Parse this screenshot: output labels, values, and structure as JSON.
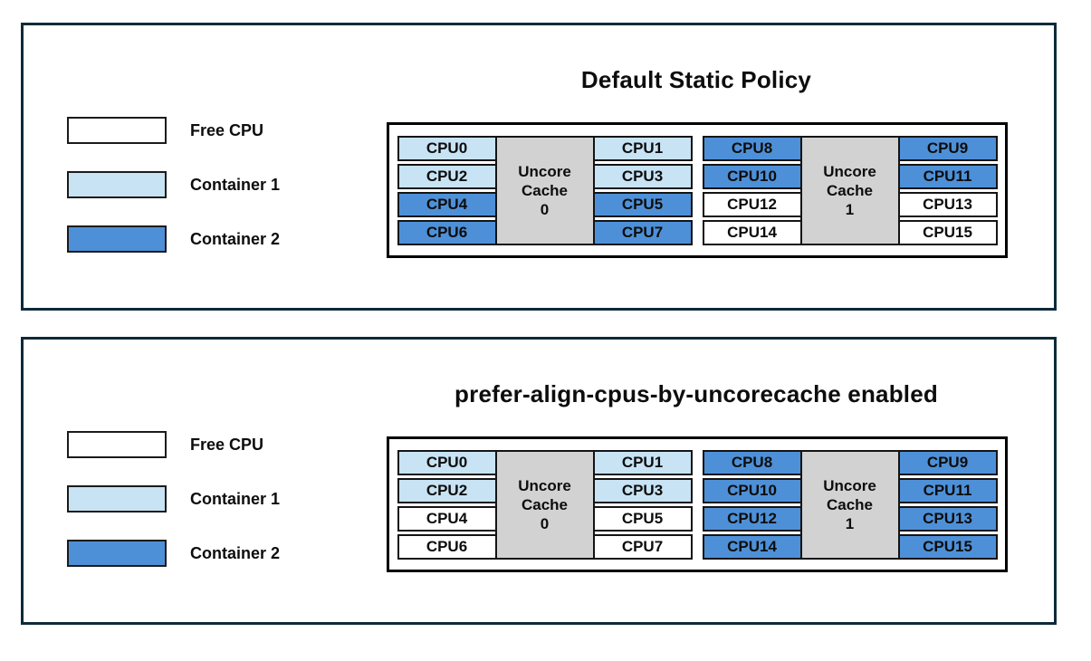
{
  "colors": {
    "free": "#ffffff",
    "container1": "#c7e3f4",
    "container2": "#4e90d7",
    "cache_fill": "#d2d2d2",
    "panel_border": "#0e2a3a"
  },
  "panels": [
    {
      "title": "Default Static Policy",
      "legend": [
        {
          "label": "Free CPU",
          "state": "free"
        },
        {
          "label": "Container 1",
          "state": "container1"
        },
        {
          "label": "Container 2",
          "state": "container2"
        }
      ],
      "groups": [
        {
          "cache_label_lines": [
            "Uncore",
            "Cache",
            "0"
          ],
          "left_cpus": [
            {
              "label": "CPU0",
              "state": "container1"
            },
            {
              "label": "CPU2",
              "state": "container1"
            },
            {
              "label": "CPU4",
              "state": "container2"
            },
            {
              "label": "CPU6",
              "state": "container2"
            }
          ],
          "right_cpus": [
            {
              "label": "CPU1",
              "state": "container1"
            },
            {
              "label": "CPU3",
              "state": "container1"
            },
            {
              "label": "CPU5",
              "state": "container2"
            },
            {
              "label": "CPU7",
              "state": "container2"
            }
          ]
        },
        {
          "cache_label_lines": [
            "Uncore",
            "Cache",
            "1"
          ],
          "left_cpus": [
            {
              "label": "CPU8",
              "state": "container2"
            },
            {
              "label": "CPU10",
              "state": "container2"
            },
            {
              "label": "CPU12",
              "state": "free"
            },
            {
              "label": "CPU14",
              "state": "free"
            }
          ],
          "right_cpus": [
            {
              "label": "CPU9",
              "state": "container2"
            },
            {
              "label": "CPU11",
              "state": "container2"
            },
            {
              "label": "CPU13",
              "state": "free"
            },
            {
              "label": "CPU15",
              "state": "free"
            }
          ]
        }
      ]
    },
    {
      "title": "prefer-align-cpus-by-uncorecache enabled",
      "legend": [
        {
          "label": "Free CPU",
          "state": "free"
        },
        {
          "label": "Container 1",
          "state": "container1"
        },
        {
          "label": "Container 2",
          "state": "container2"
        }
      ],
      "groups": [
        {
          "cache_label_lines": [
            "Uncore",
            "Cache",
            "0"
          ],
          "left_cpus": [
            {
              "label": "CPU0",
              "state": "container1"
            },
            {
              "label": "CPU2",
              "state": "container1"
            },
            {
              "label": "CPU4",
              "state": "free"
            },
            {
              "label": "CPU6",
              "state": "free"
            }
          ],
          "right_cpus": [
            {
              "label": "CPU1",
              "state": "container1"
            },
            {
              "label": "CPU3",
              "state": "container1"
            },
            {
              "label": "CPU5",
              "state": "free"
            },
            {
              "label": "CPU7",
              "state": "free"
            }
          ]
        },
        {
          "cache_label_lines": [
            "Uncore",
            "Cache",
            "1"
          ],
          "left_cpus": [
            {
              "label": "CPU8",
              "state": "container2"
            },
            {
              "label": "CPU10",
              "state": "container2"
            },
            {
              "label": "CPU12",
              "state": "container2"
            },
            {
              "label": "CPU14",
              "state": "container2"
            }
          ],
          "right_cpus": [
            {
              "label": "CPU9",
              "state": "container2"
            },
            {
              "label": "CPU11",
              "state": "container2"
            },
            {
              "label": "CPU13",
              "state": "container2"
            },
            {
              "label": "CPU15",
              "state": "container2"
            }
          ]
        }
      ]
    }
  ]
}
